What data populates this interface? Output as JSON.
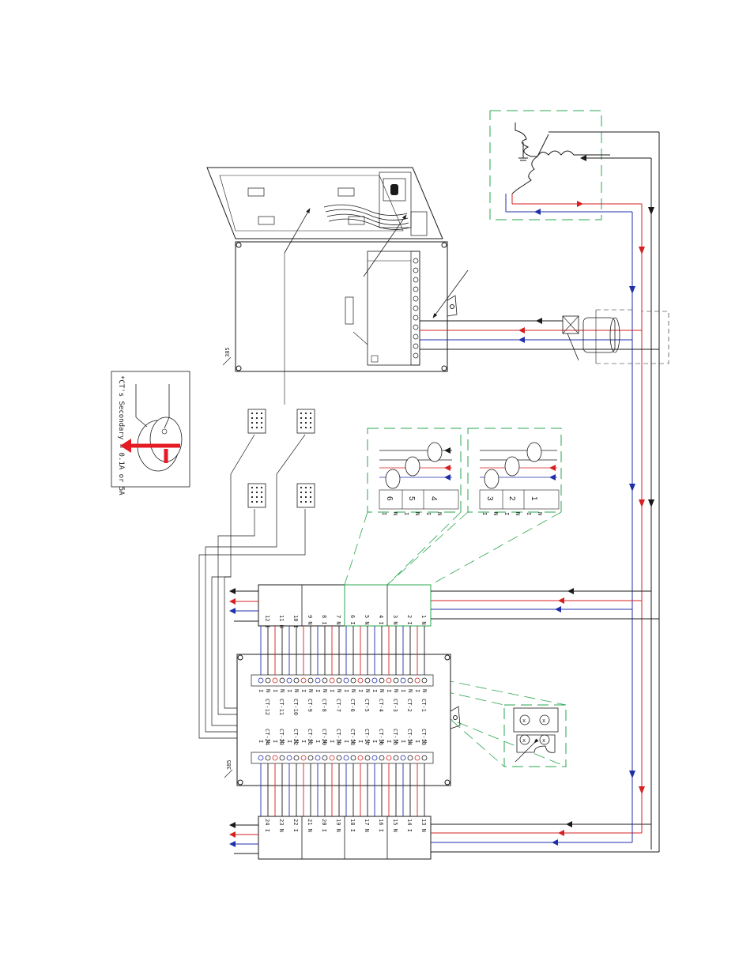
{
  "colors": {
    "line": "#1a1a1a",
    "phase_a": "#d62020",
    "phase_b": "#1f2fa8",
    "dash": "#2aa64f",
    "arrow": "#e51b24"
  },
  "note": {
    "text": "*CT's Secondary = 0.1A or 5A"
  },
  "panel_labels": {
    "main": "385",
    "terminal": "385"
  },
  "ct_box_top": {
    "terminals": [
      "I",
      "N",
      "I",
      "N",
      "I",
      "N"
    ],
    "numbers": [
      "6",
      "5",
      "4"
    ]
  },
  "ct_box_bottom": {
    "terminals": [
      "I",
      "N",
      "I",
      "N",
      "I",
      "N"
    ],
    "numbers": [
      "3",
      "2",
      "1"
    ]
  },
  "upper_block": {
    "terminals": [
      "12 I",
      "11 N",
      "10 I",
      "9 N",
      "8 I",
      "7 N",
      "6 I",
      "5 N",
      "4 I",
      "3 N",
      "2 I",
      "1 N"
    ]
  },
  "lower_block": {
    "terminals": [
      "24 I",
      "23 N",
      "22 I",
      "21 N",
      "20 I",
      "19 N",
      "18 I",
      "17 N",
      "16 I",
      "15 N",
      "14 I",
      "13 N"
    ]
  },
  "board_left_labels": [
    "CT-12",
    "CT-11",
    "CT-10",
    "CT-9",
    "CT-8",
    "CT-7",
    "CT-6",
    "CT-5",
    "CT-4",
    "CT-3",
    "CT-2",
    "CT-1"
  ],
  "board_right_labels": [
    "CT-24",
    "CT-23",
    "CT-22",
    "CT-21",
    "CT-20",
    "CT-19",
    "CT-18",
    "CT-17",
    "CT-16",
    "CT-15",
    "CT-14",
    "CT-13"
  ],
  "terminal_markers": [
    "I",
    "N"
  ]
}
